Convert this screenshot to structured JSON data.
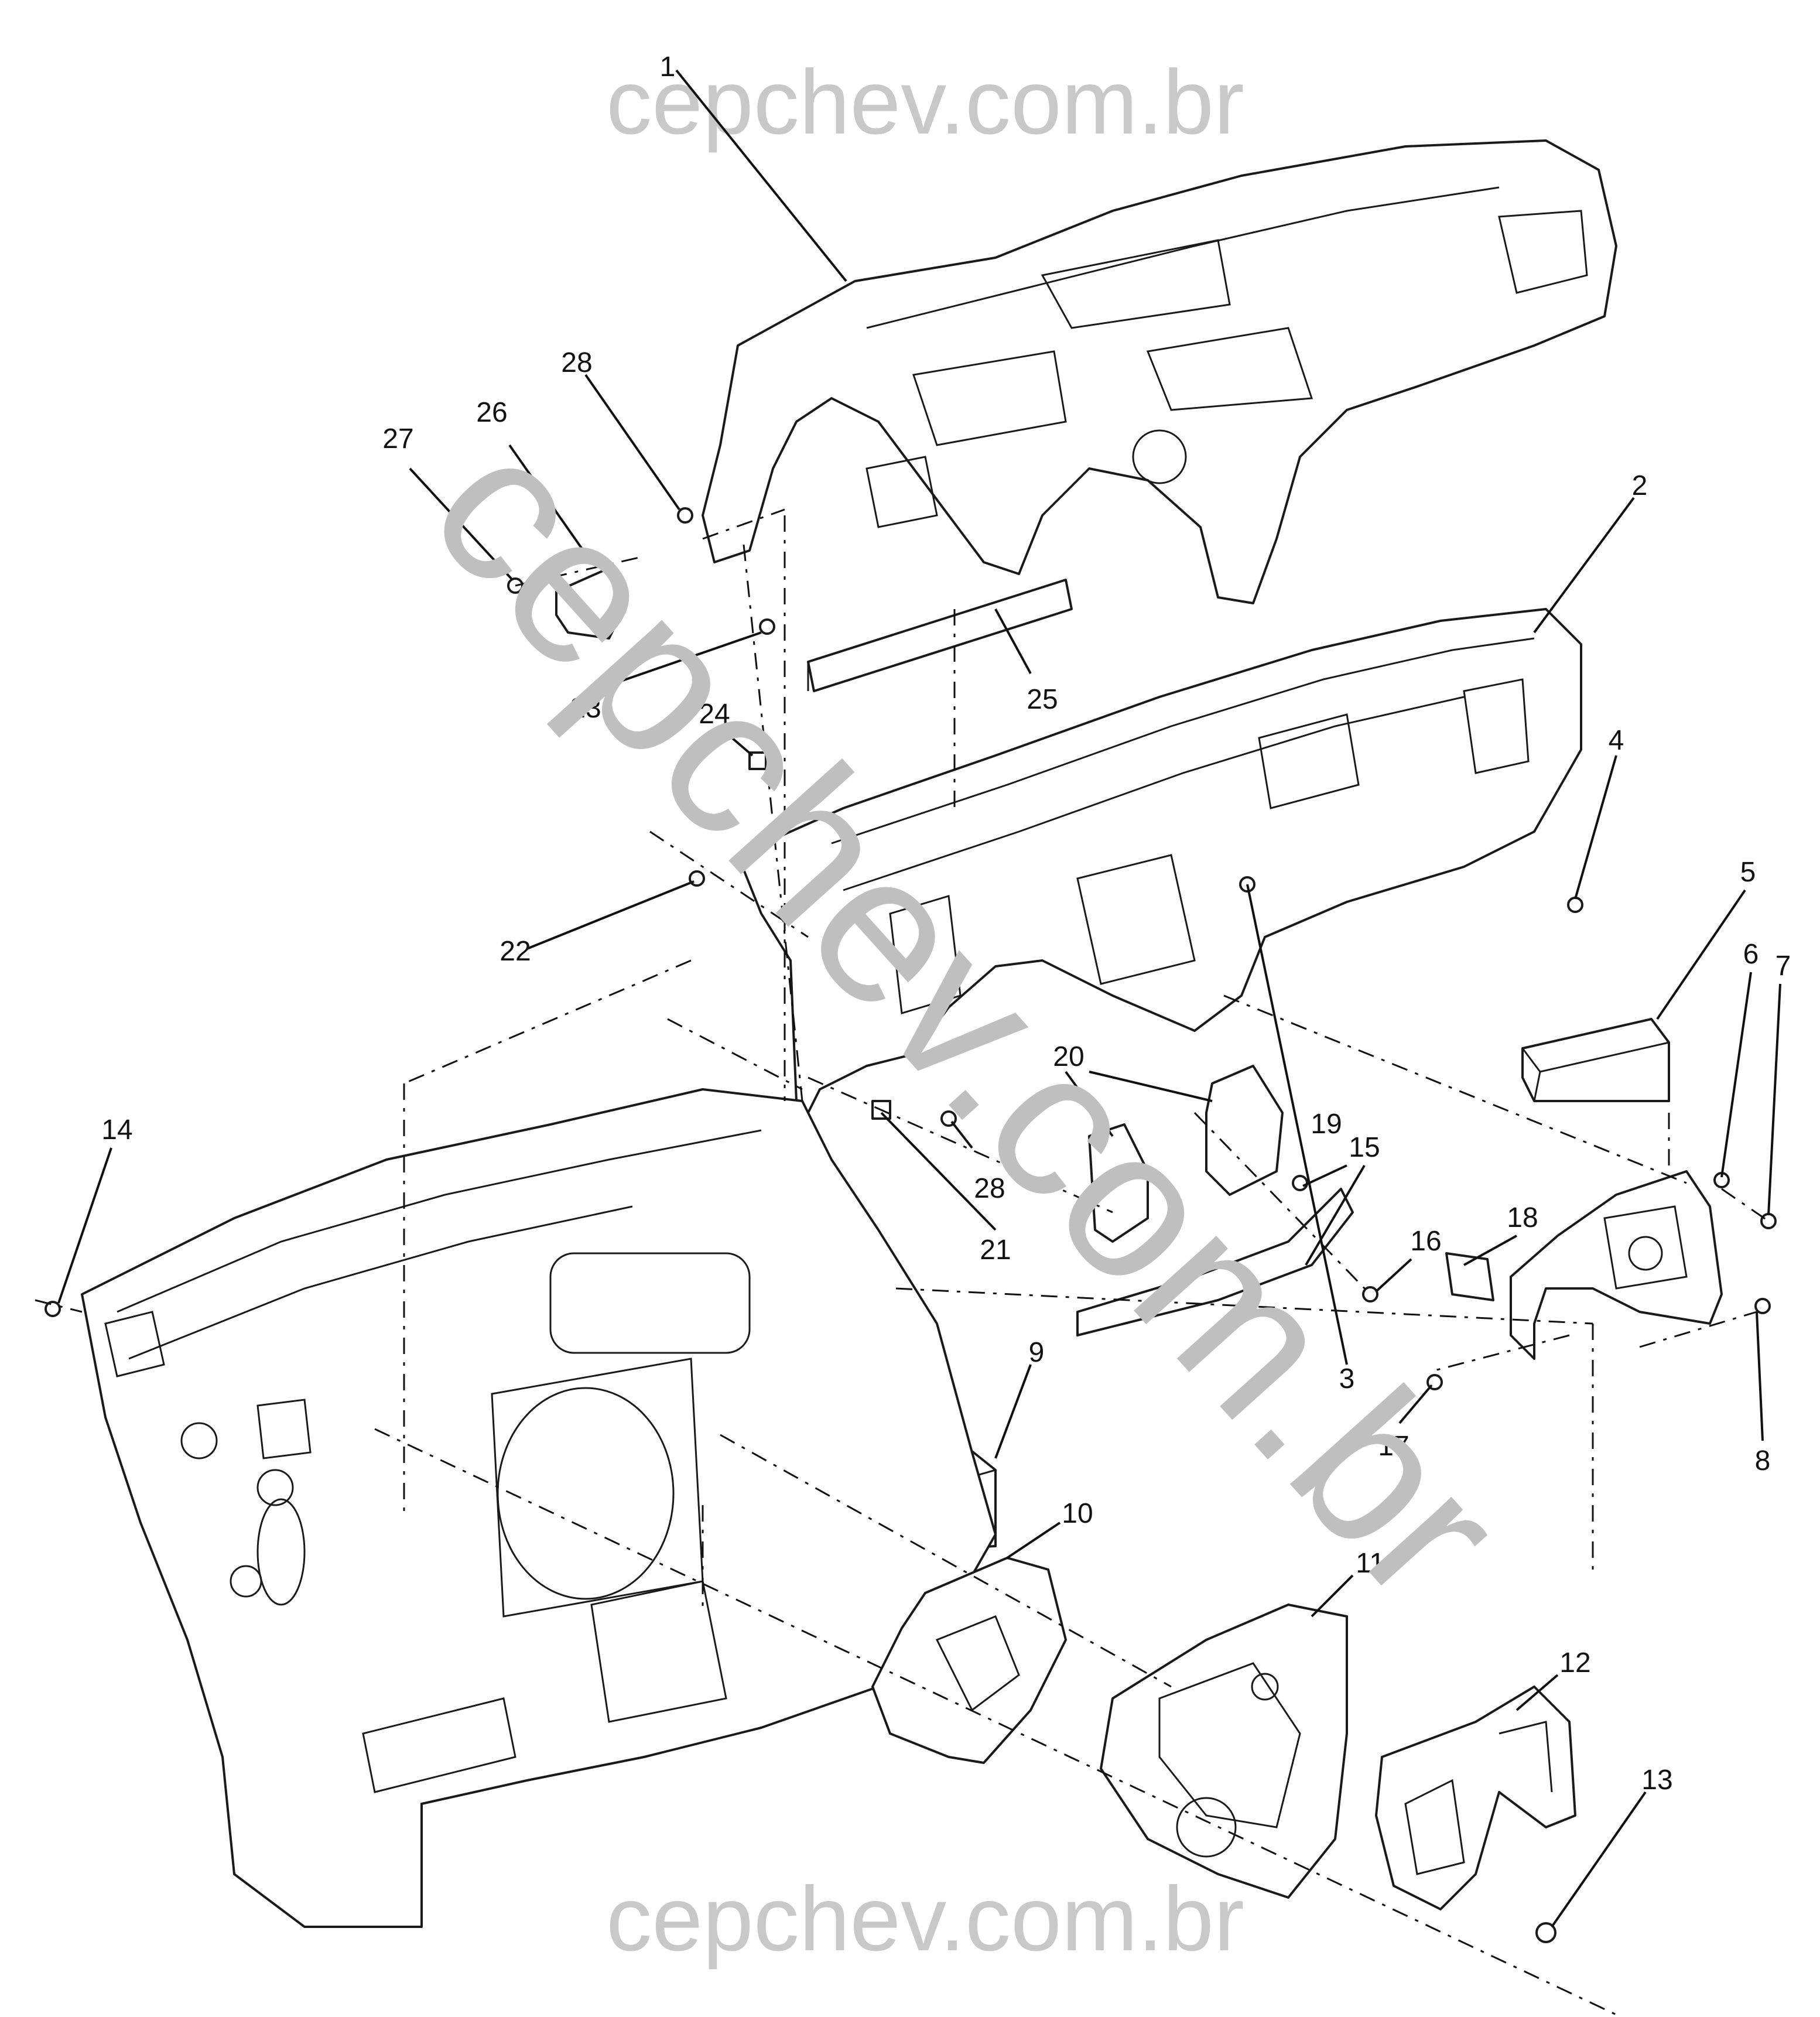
{
  "watermarks": {
    "top": "cepchev.com.br",
    "bottom": "cepchev.com.br",
    "diagonal": "cepchev.com.br"
  },
  "callouts": [
    {
      "id": "1",
      "label": "1"
    },
    {
      "id": "2",
      "label": "2"
    },
    {
      "id": "3",
      "label": "3"
    },
    {
      "id": "4",
      "label": "4"
    },
    {
      "id": "5",
      "label": "5"
    },
    {
      "id": "6",
      "label": "6"
    },
    {
      "id": "7",
      "label": "7"
    },
    {
      "id": "8",
      "label": "8"
    },
    {
      "id": "9",
      "label": "9"
    },
    {
      "id": "10",
      "label": "10"
    },
    {
      "id": "11",
      "label": "11"
    },
    {
      "id": "12",
      "label": "12"
    },
    {
      "id": "13",
      "label": "13"
    },
    {
      "id": "14",
      "label": "14"
    },
    {
      "id": "15",
      "label": "15"
    },
    {
      "id": "16",
      "label": "16"
    },
    {
      "id": "17",
      "label": "17"
    },
    {
      "id": "18",
      "label": "18"
    },
    {
      "id": "19",
      "label": "19"
    },
    {
      "id": "20",
      "label": "20"
    },
    {
      "id": "21",
      "label": "21"
    },
    {
      "id": "22",
      "label": "22"
    },
    {
      "id": "23",
      "label": "23"
    },
    {
      "id": "24",
      "label": "24"
    },
    {
      "id": "25",
      "label": "25"
    },
    {
      "id": "26",
      "label": "26"
    },
    {
      "id": "27",
      "label": "27"
    },
    {
      "id": "28a",
      "label": "28"
    },
    {
      "id": "28b",
      "label": "28"
    }
  ]
}
